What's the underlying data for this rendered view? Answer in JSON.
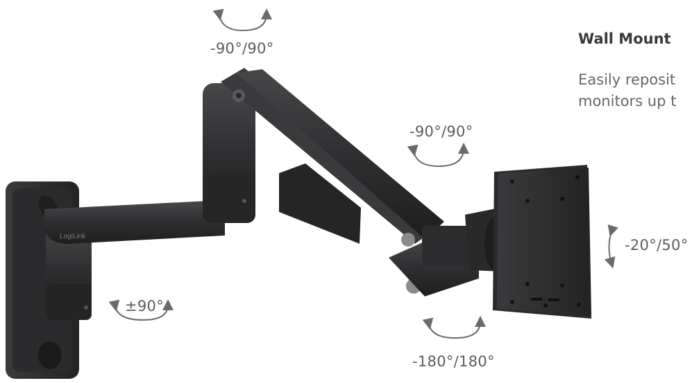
{
  "heading": "Wall Mount",
  "description": [
    "Easily reposit",
    "monitors up t"
  ],
  "brand": "LogiLink",
  "labels": {
    "top_pivot": "-90°/90°",
    "upper_arm": "-90°/90°",
    "wall_base": "±90°",
    "head_swivel": "-180°/180°",
    "tilt": "-20°/50°"
  },
  "colors": {
    "arm": "#2e2e30",
    "arm_light": "#3b3b3d",
    "arm_dark": "#1f1f20",
    "text": "#5c5c5c",
    "arrow": "#6a6a6a"
  }
}
